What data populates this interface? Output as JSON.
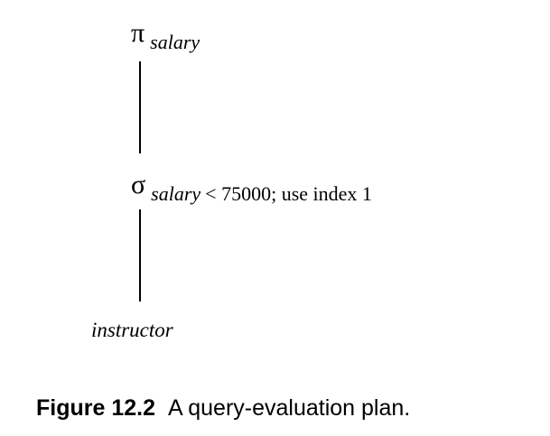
{
  "plan": {
    "project": {
      "symbol": "π",
      "attribute": "salary"
    },
    "select": {
      "symbol": "σ",
      "attribute": "salary",
      "condition": "< 75000; use index 1"
    },
    "relation": "instructor"
  },
  "caption": {
    "label": "Figure 12.2",
    "text": "A query-evaluation plan."
  }
}
